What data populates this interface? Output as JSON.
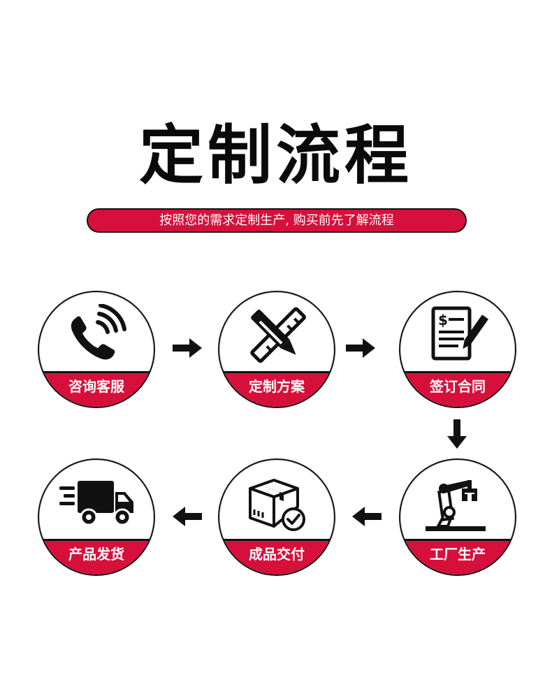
{
  "title": "定制流程",
  "subtitle": "按照您的需求定制生产, 购买前先了解流程",
  "steps": [
    {
      "label": "咨询客服",
      "icon": "phone-icon"
    },
    {
      "label": "定制方案",
      "icon": "pencil-ruler-icon"
    },
    {
      "label": "签订合同",
      "icon": "contract-icon"
    },
    {
      "label": "工厂生产",
      "icon": "robot-arm-icon"
    },
    {
      "label": "成品交付",
      "icon": "box-check-icon"
    },
    {
      "label": "产品发货",
      "icon": "truck-icon"
    }
  ],
  "colors": {
    "accent": "#d6103a",
    "dark": "#111111"
  }
}
